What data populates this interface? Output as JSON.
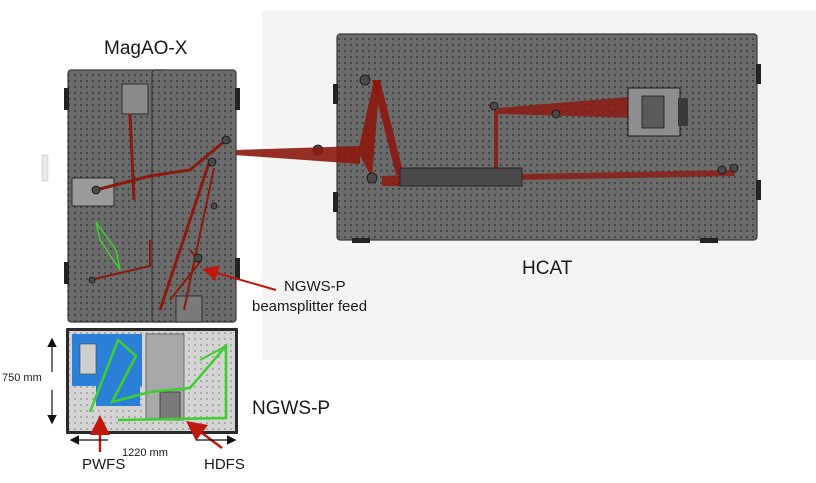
{
  "labels": {
    "magaox": "MagAO-X",
    "hcat": "HCAT",
    "ngwsp_feed_line1": "NGWS-P",
    "ngwsp_feed_line2": "beamsplitter feed",
    "ngwsp": "NGWS-P",
    "dim_height": "750 mm",
    "dim_width": "1220 mm",
    "pwfs": "PWFS",
    "hdfs": "HDFS"
  },
  "colors": {
    "table": "#6a6a6a",
    "table_edge": "#3a3a3a",
    "beam_red": "#8b1a10",
    "annotation_red": "#c0170f",
    "beam_green": "#3ecf2f",
    "breadboard_blue": "#2b7fd6",
    "bench_light": "#d8d8d8"
  }
}
